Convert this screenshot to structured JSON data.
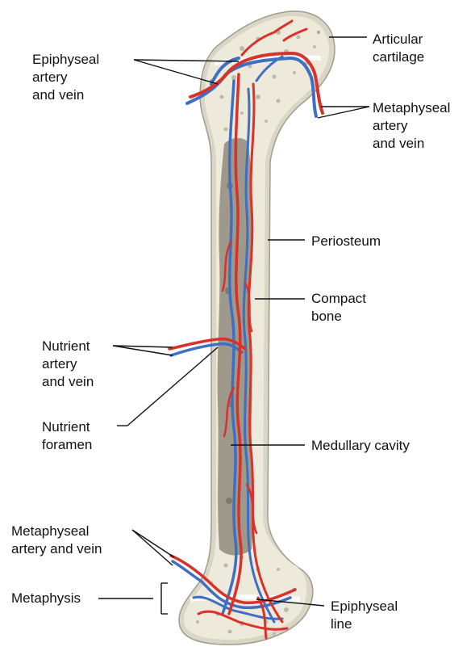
{
  "labels": {
    "epiphyseal_artery": "Epiphyseal\nartery\nand vein",
    "articular_cartilage": "Articular\ncartilage",
    "metaphyseal_artery_top": "Metaphyseal\nartery\nand vein",
    "periosteum": "Periosteum",
    "compact_bone": "Compact\nbone",
    "nutrient_artery": "Nutrient\nartery\nand vein",
    "nutrient_foramen": "Nutrient\nforamen",
    "medullary_cavity": "Medullary cavity",
    "metaphyseal_artery_bottom": "Metaphyseal\nartery and vein",
    "metaphysis": "Metaphysis",
    "epiphyseal_line": "Epiphyseal\nline"
  },
  "colors": {
    "artery": "#d8322a",
    "vein": "#3f6fc4",
    "bone_outer": "#e6e3d3",
    "bone_inner": "#eeeadb",
    "medullary": "#8f8b7b",
    "outline": "#9f9c8f"
  }
}
